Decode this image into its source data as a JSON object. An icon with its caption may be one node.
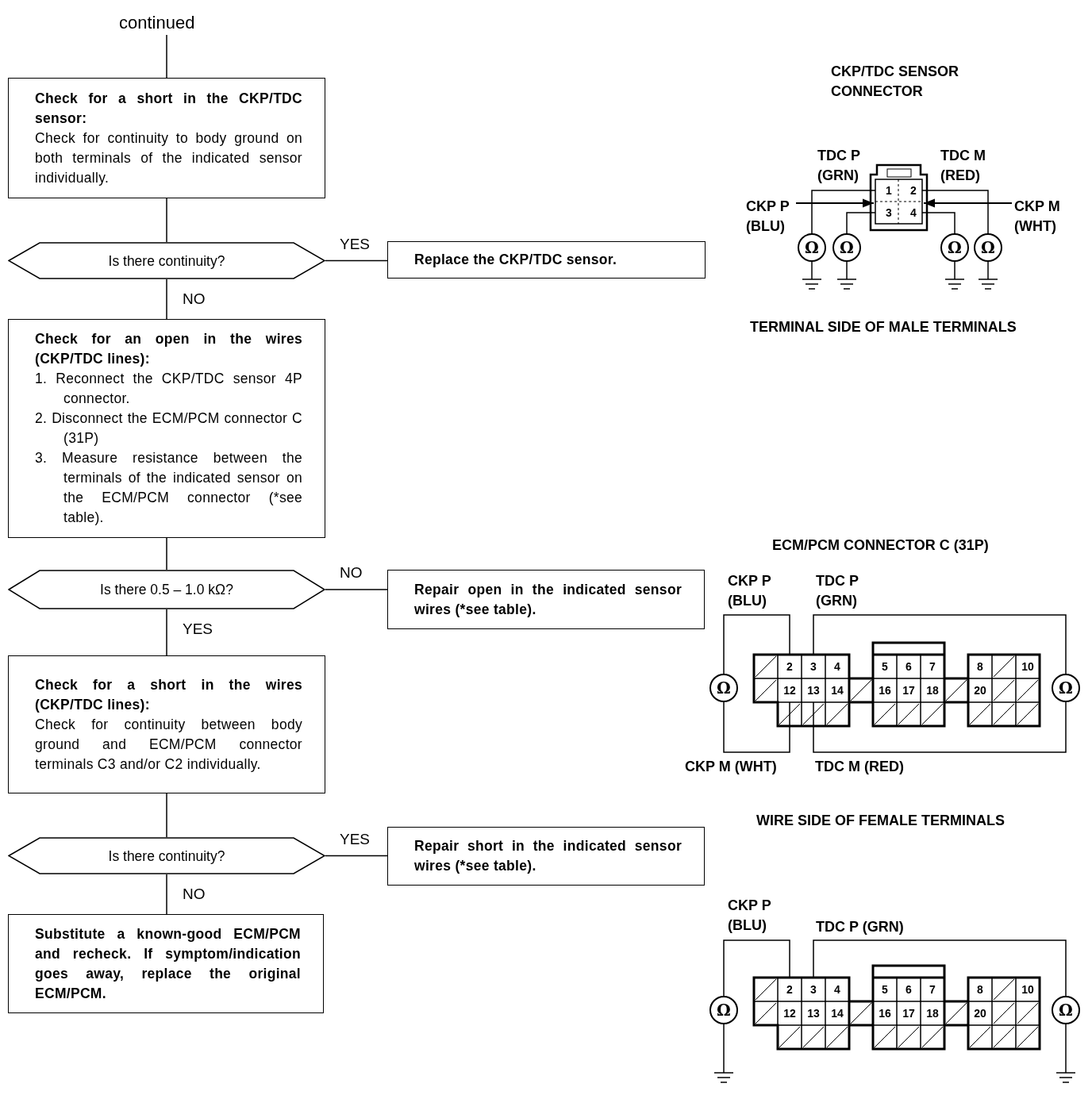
{
  "diagram": {
    "nodes": [
      {
        "text": [
          "continued"
        ]
      },
      {
        "text": [
          "Check for a short in the CKP/TDC sensor:",
          "Check for continuity to body ground on both terminals of the indicated sensor individually."
        ]
      },
      {
        "text": [
          "Is there continuity?"
        ]
      },
      {
        "text": [
          "Replace the CKP/TDC sensor."
        ]
      },
      {
        "text": [
          "Check for an open in the wires (CKP/TDC lines):",
          "1. Reconnect the CKP/TDC sensor 4P connector.",
          "2. Disconnect the ECM/PCM connector C (31P)",
          "3. Measure resistance between the terminals of the indicated sensor on the ECM/PCM connector (*see table)."
        ]
      },
      {
        "text": [
          "Is there 0.5 – 1.0 kΩ?"
        ]
      },
      {
        "text": [
          "Repair open in the indicated sensor wires (*see table)."
        ]
      },
      {
        "text": [
          "Check for a short in the wires (CKP/TDC lines):",
          "Check for continuity between body ground and ECM/PCM connector terminals C3 and/or C2 individually."
        ]
      },
      {
        "text": [
          "Is there continuity?"
        ]
      },
      {
        "text": [
          "Repair short in the indicated sensor wires (*see table)."
        ]
      },
      {
        "text": [
          "Substitute a known-good ECM/PCM and recheck. If symptom/indication goes away, replace the original ECM/PCM."
        ]
      }
    ],
    "edges": [
      {
        "from": 0,
        "to": 1,
        "arrow": "none"
      },
      {
        "from": 1,
        "to": 2,
        "arrow": "none"
      },
      {
        "from": 2,
        "to": 3,
        "arrow": "none",
        "label": "YES"
      },
      {
        "from": 2,
        "to": 4,
        "arrow": "none",
        "label": "NO"
      },
      {
        "from": 4,
        "to": 5,
        "arrow": "none"
      },
      {
        "from": 5,
        "to": 6,
        "arrow": "none",
        "label": "NO"
      },
      {
        "from": 5,
        "to": 7,
        "arrow": "none",
        "label": "YES"
      },
      {
        "from": 7,
        "to": 8,
        "arrow": "none"
      },
      {
        "from": 8,
        "to": 9,
        "arrow": "none",
        "label": "YES"
      },
      {
        "from": 8,
        "to": 10,
        "arrow": "none",
        "label": "NO"
      }
    ],
    "labels": [
      "CKP/TDC SENSOR CONNECTOR",
      "TDC P (GRN)",
      "TDC M (RED)",
      "1",
      "2",
      "CKP P (BLU)",
      "3",
      "4",
      "CKP M (WHT)",
      "Ω",
      "Ω",
      "Ω",
      "Ω",
      "TERMINAL SIDE OF MALE TERMINALS",
      "ECM/PCM CONNECTOR C (31P)",
      "CKP P (BLU)",
      "TDC P (GRN)",
      "Ω",
      "2",
      "3",
      "4",
      "5",
      "6",
      "7",
      "8",
      "10",
      "12",
      "13",
      "14",
      "16",
      "17",
      "18",
      "20",
      "Ω",
      "CKP M (WHT)",
      "TDC M (RED)",
      "WIRE SIDE OF FEMALE TERMINALS",
      "CKP P (BLU)",
      "TDC P (GRN)",
      "Ω",
      "2",
      "3",
      "4",
      "5",
      "6",
      "7",
      "8",
      "10",
      "12",
      "13",
      "14",
      "16",
      "17",
      "18",
      "20",
      "Ω"
    ]
  }
}
